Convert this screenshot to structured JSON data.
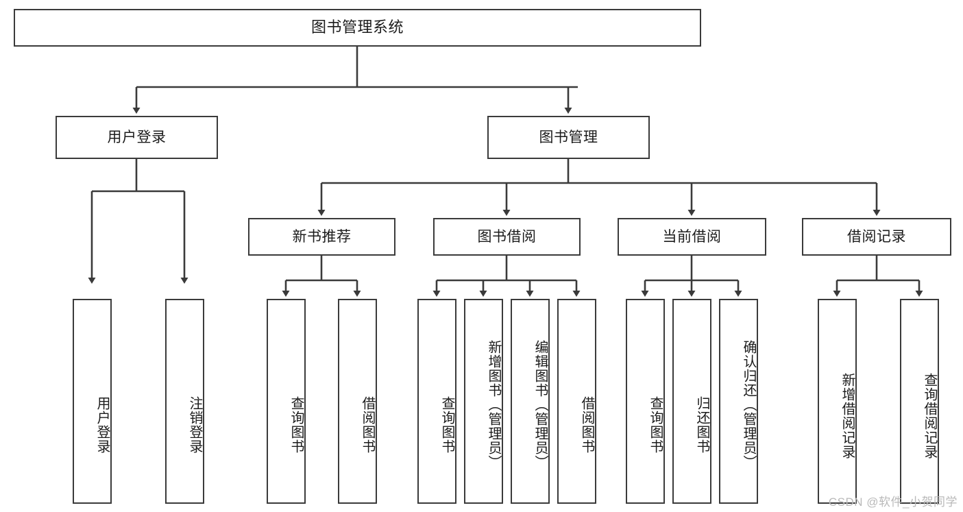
{
  "diagram": {
    "title": "图书管理系统",
    "type": "tree-hierarchy-chart",
    "root": {
      "label": "图书管理系统"
    },
    "level2": [
      {
        "label": "用户登录"
      },
      {
        "label": "图书管理"
      }
    ],
    "level3": [
      {
        "label": "新书推荐"
      },
      {
        "label": "图书借阅"
      },
      {
        "label": "当前借阅"
      },
      {
        "label": "借阅记录"
      }
    ],
    "leaves": {
      "user_login": [
        {
          "label": "用户登录"
        },
        {
          "label": "注销登录"
        }
      ],
      "new_book_recommend": [
        {
          "label": "查询图书"
        },
        {
          "label": "借阅图书"
        }
      ],
      "book_borrow": [
        {
          "label": "查询图书"
        },
        {
          "label": "新增图书（管理员）"
        },
        {
          "label": "编辑图书（管理员）"
        },
        {
          "label": "借阅图书"
        }
      ],
      "current_borrow": [
        {
          "label": "查询图书"
        },
        {
          "label": "归还图书"
        },
        {
          "label": "确认归还（管理员）"
        }
      ],
      "borrow_record": [
        {
          "label": "新增借阅记录"
        },
        {
          "label": "查询借阅记录"
        }
      ]
    }
  },
  "watermark": {
    "text": "CSDN @软件_小贺同学"
  },
  "colors": {
    "border": "#3a3a3a",
    "edge": "#3a3a3a",
    "text": "#1b1b1b",
    "background": "#ffffff",
    "watermark": "#b9b9b9"
  }
}
